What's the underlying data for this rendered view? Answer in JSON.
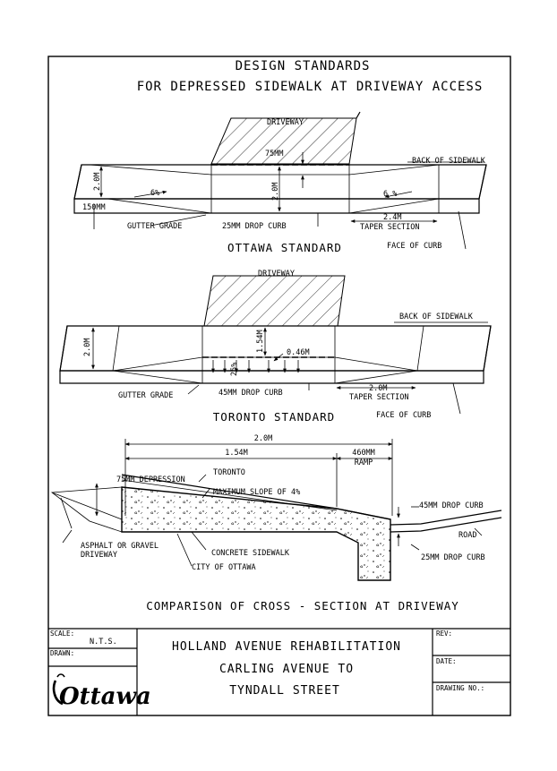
{
  "title": {
    "line1": "DESIGN STANDARDS",
    "line2": "FOR DEPRESSED SIDEWALK AT DRIVEWAY ACCESS"
  },
  "ottawa_standard": {
    "heading": "OTTAWA STANDARD",
    "driveway": "DRIVEWAY",
    "depression": "75MM",
    "back_of_sidewalk": "BACK OF SIDEWALK",
    "width_left": "2.0M",
    "width_mid": "2.0M",
    "slope_left": "6%",
    "slope_right": "6 %",
    "curb_height": "150MM",
    "gutter_grade": "GUTTER GRADE",
    "drop_curb": "25MM DROP CURB",
    "taper_length": "2.4M",
    "taper_section": "TAPER SECTION",
    "face_of_curb": "FACE OF CURB"
  },
  "toronto_standard": {
    "heading": "TORONTO STANDARD",
    "driveway": "DRIVEWAY",
    "back_of_sidewalk": "BACK OF SIDEWALK",
    "width_left": "2.0M",
    "width_mid": "1.54M",
    "slope": "25%",
    "ramp_width": "0.46M",
    "gutter_grade": "GUTTER GRADE",
    "drop_curb": "45MM DROP CURB",
    "taper_length": "2.0M",
    "taper_section": "TAPER SECTION",
    "face_of_curb": "FACE OF CURB"
  },
  "comparison": {
    "heading": "COMPARISON OF CROSS - SECTION AT DRIVEWAY",
    "overall": "2.0M",
    "flat_part": "1.54M",
    "ramp_len": "460MM",
    "ramp_word": "RAMP",
    "depression": "75MM DEPRESSION",
    "toronto": "TORONTO",
    "max_slope": "MAXIMUM SLOPE OF 4%",
    "drop_45": "45MM DROP CURB",
    "road": "ROAD",
    "drop_25": "25MM DROP CURB",
    "asphalt_1": "ASPHALT OR GRAVEL",
    "asphalt_2": "DRIVEWAY",
    "concrete": "CONCRETE SIDEWALK",
    "ottawa": "CITY OF OTTAWA"
  },
  "title_block": {
    "scale_label": "SCALE:",
    "scale_value": "N.T.S.",
    "drawn_label": "DRAWN:",
    "logo": "Ottawa",
    "project_1": "HOLLAND AVENUE REHABILITATION",
    "project_2": "CARLING AVENUE TO",
    "project_3": "TYNDALL STREET",
    "rev_label": "REV:",
    "date_label": "DATE:",
    "drawing_label": "DRAWING NO.:"
  }
}
